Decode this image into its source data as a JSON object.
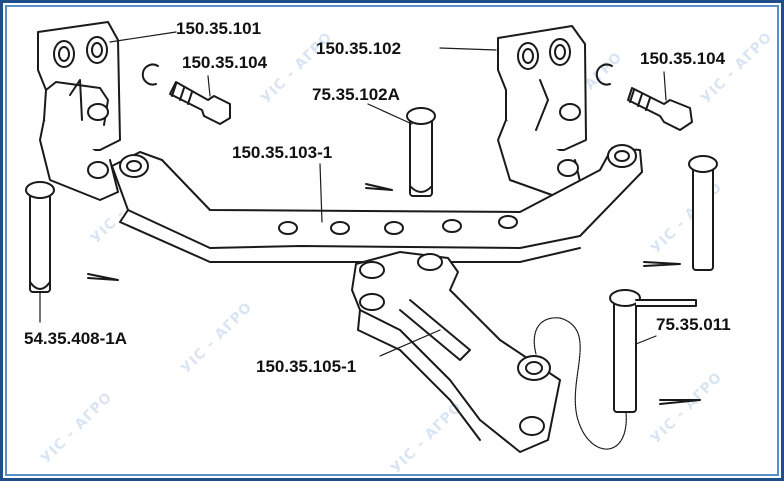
{
  "labels": {
    "p101": "150.35.101",
    "p102": "150.35.102",
    "p104a": "150.35.104",
    "p104b": "150.35.104",
    "p102a": "75.35.102А",
    "p103": "150.35.103-1",
    "p105": "150.35.105-1",
    "p408": "54.35.408-1А",
    "p011": "75.35.011"
  },
  "watermark": "УІС - АГРО",
  "colors": {
    "frame_outer": "#1f4f8a",
    "frame_inner": "#5a8fc8",
    "line": "#1a1a1a",
    "watermark": "#78a0d2"
  }
}
